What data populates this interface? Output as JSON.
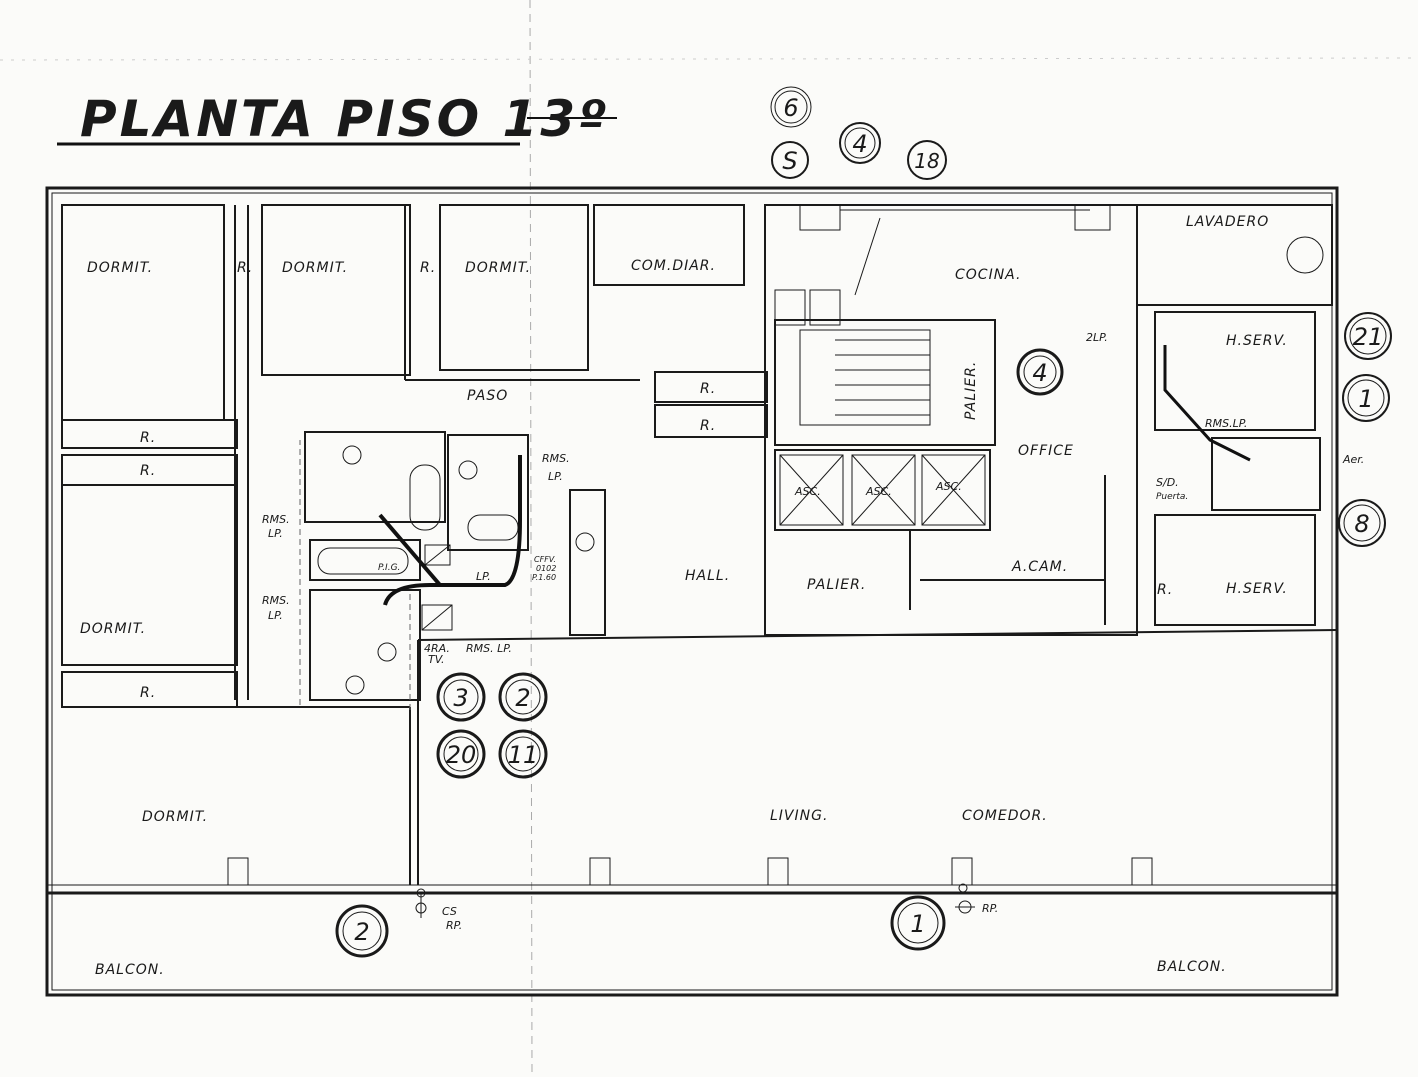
{
  "title": "PLANTA PISO 13º",
  "markers": {
    "top_6": "6",
    "top_s": "S",
    "top_4": "4",
    "top_18": "18",
    "right_21": "21",
    "right_1": "1",
    "right_8": "8",
    "office_4": "4",
    "center_3": "3",
    "center_2": "2",
    "center_20": "20",
    "center_11": "11",
    "bottom_2": "2",
    "bottom_1": "1"
  },
  "rooms": {
    "dormit_1": "DORMIT.",
    "r_1": "R.",
    "dormit_2": "DORMIT.",
    "r_2": "R.",
    "dormit_3": "DORMIT.",
    "com_diar": "COM.DIAR.",
    "cocina": "COCINA.",
    "lavadero": "LAVADERO",
    "h_serv_1": "H.SERV.",
    "palier_1": "PALIER.",
    "office": "OFFICE",
    "paso": "PASO",
    "r_3": "R.",
    "r_4": "R.",
    "r_5": "R.",
    "r_6": "R.",
    "dormit_4": "DORMIT.",
    "r_7": "R.",
    "hall": "HALL.",
    "palier_2": "PALIER.",
    "a_cam": "A.CAM.",
    "r_8": "R.",
    "h_serv_2": "H.SERV.",
    "dormit_5": "DORMIT.",
    "living": "LIVING.",
    "comedor": "COMEDOR.",
    "balcon_1": "BALCON.",
    "balcon_2": "BALCON.",
    "asc_1": "ASC.",
    "asc_2": "ASC.",
    "asc_3": "ASC."
  },
  "notes": {
    "rms_lp_1a": "RMS.",
    "rms_lp_1b": "LP.",
    "rms_lp_2a": "RMS.",
    "rms_lp_2b": "LP.",
    "rms_lp_3a": "RMS.",
    "rms_lp_3b": "LP.",
    "rms_lp_4": "RMS. LP.",
    "rms_lp_5": "RMS.LP.",
    "cuarta_tv_a": "4RA.",
    "cuarta_tv_b": "TV.",
    "lp": "LP.",
    "pig": "P.I.G.",
    "cffv_a": "CFFV.",
    "cffv_b": "0102",
    "cffv_c": "P.1.60",
    "two_lp": "2LP.",
    "aer": "Aer.",
    "sd_a": "S/D.",
    "sd_b": "Puerta.",
    "cs_a": "CS",
    "cs_b": "RP.",
    "rp": "RP."
  }
}
